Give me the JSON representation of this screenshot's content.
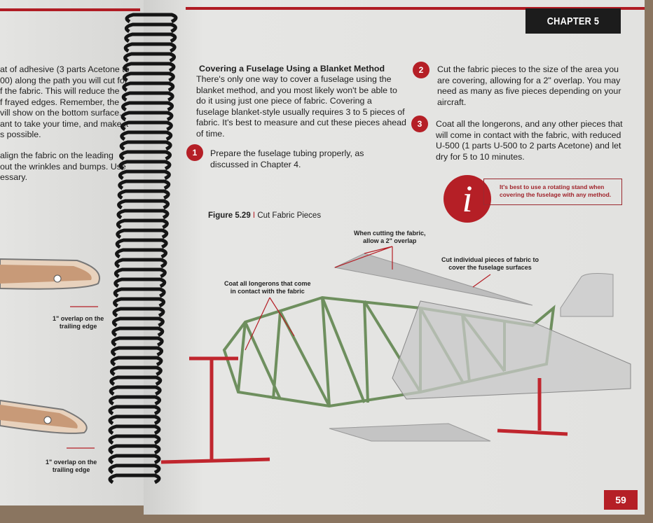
{
  "left_page": {
    "paragraph1": [
      "at of adhesive (3 parts Acetone to",
      "00) along the path you will cut for",
      "f the fabric. This will reduce the",
      "f frayed edges. Remember, the",
      "vill show on the bottom surface.",
      "ant to take your time, and make it",
      "s possible."
    ],
    "paragraph2": [
      "align the fabric on the leading",
      "out the wrinkles and bumps. Use",
      "essary."
    ],
    "label_top": "1\" overlap on the\ntrailing edge",
    "label_bottom": "1\" overlap on the\ntrailing edge"
  },
  "header": {
    "chapter": "CHAPTER 5"
  },
  "section": {
    "title": "Covering a Fuselage Using a Blanket Method",
    "intro": "There's only one way to cover a fuselage using the blanket method, and you most likely won't be able to do it using just one piece of fabric. Covering a fuselage blanket-style usually requires 3 to 5 pieces of fabric. It's best to measure and cut these pieces ahead of time.",
    "steps": [
      {
        "num": "1",
        "text": "Prepare the fuselage tubing properly, as discussed in Chapter 4."
      },
      {
        "num": "2",
        "text": "Cut the fabric pieces to the size of the area you are covering, allowing for a 2\" overlap. You may need as many as five pieces depending on your aircraft."
      },
      {
        "num": "3",
        "text": "Coat all the longerons, and any other pieces that will come in contact with the fabric, with reduced U-500 (1 parts U-500 to 2 parts Acetone) and let dry for 5 to 10 minutes."
      }
    ]
  },
  "tip": {
    "icon": "info-icon",
    "text": "It's best to use a rotating stand when covering the fuselage with any method."
  },
  "figure": {
    "number": "Figure 5.29",
    "separator": "I",
    "caption": "Cut Fabric Pieces",
    "labels": {
      "overlap": "When cutting the fabric,\nallow a 2\" overlap",
      "pieces": "Cut individual pieces of fabric to\ncover the fuselage surfaces",
      "coat": "Coat all longerons that come\nin contact with the fabric"
    }
  },
  "footer": {
    "page_number": "59"
  },
  "colors": {
    "accent": "#b51f26",
    "frame": "#6e8f5e",
    "stand": "#c0262e"
  }
}
